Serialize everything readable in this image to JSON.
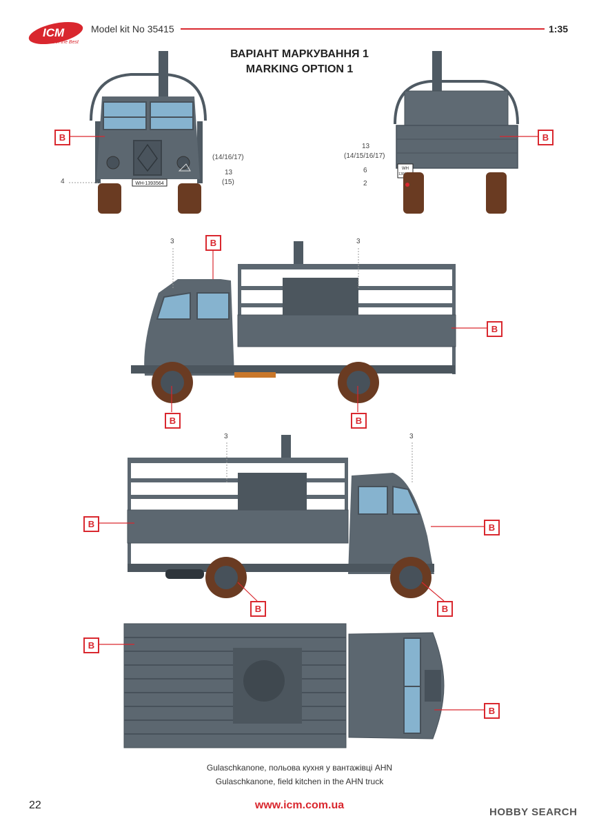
{
  "header": {
    "logo_text": "ICM",
    "logo_slogan": "Not in the Best",
    "model_kit": "Model kit No 35415",
    "scale": "1:35"
  },
  "title": {
    "line1": "ВАРІАНТ МАРКУВАННЯ 1",
    "line2": "MARKING OPTION 1"
  },
  "marker_letter": "B",
  "callouts": {
    "front_4": "4",
    "front_14_16_17": "(14/16/17)",
    "front_13": "13",
    "front_15": "(15)",
    "rear_13": "13",
    "rear_14_15_16_17": "(14/15/16/17)",
    "rear_6": "6",
    "rear_2": "2",
    "side1_3a": "3",
    "side1_3b": "3",
    "side2_3a": "3",
    "side2_3b": "3"
  },
  "plates": {
    "front": "WH-1393564",
    "rear_line1": "WH",
    "rear_line2": "1393564"
  },
  "caption": {
    "line1": "Gulaschkanone, польова кухня у вантажівці AHN",
    "line2": "Gulaschkanone, field kitchen in the AHN truck"
  },
  "footer": {
    "page": "22",
    "url": "www.icm.com.ua",
    "watermark": "HOBBY SEARCH"
  },
  "colors": {
    "truck": "#5c6770",
    "truck_dark": "#47515a",
    "glass": "#86b3cf",
    "tire": "#6a3b22",
    "accent": "#d9272e"
  }
}
